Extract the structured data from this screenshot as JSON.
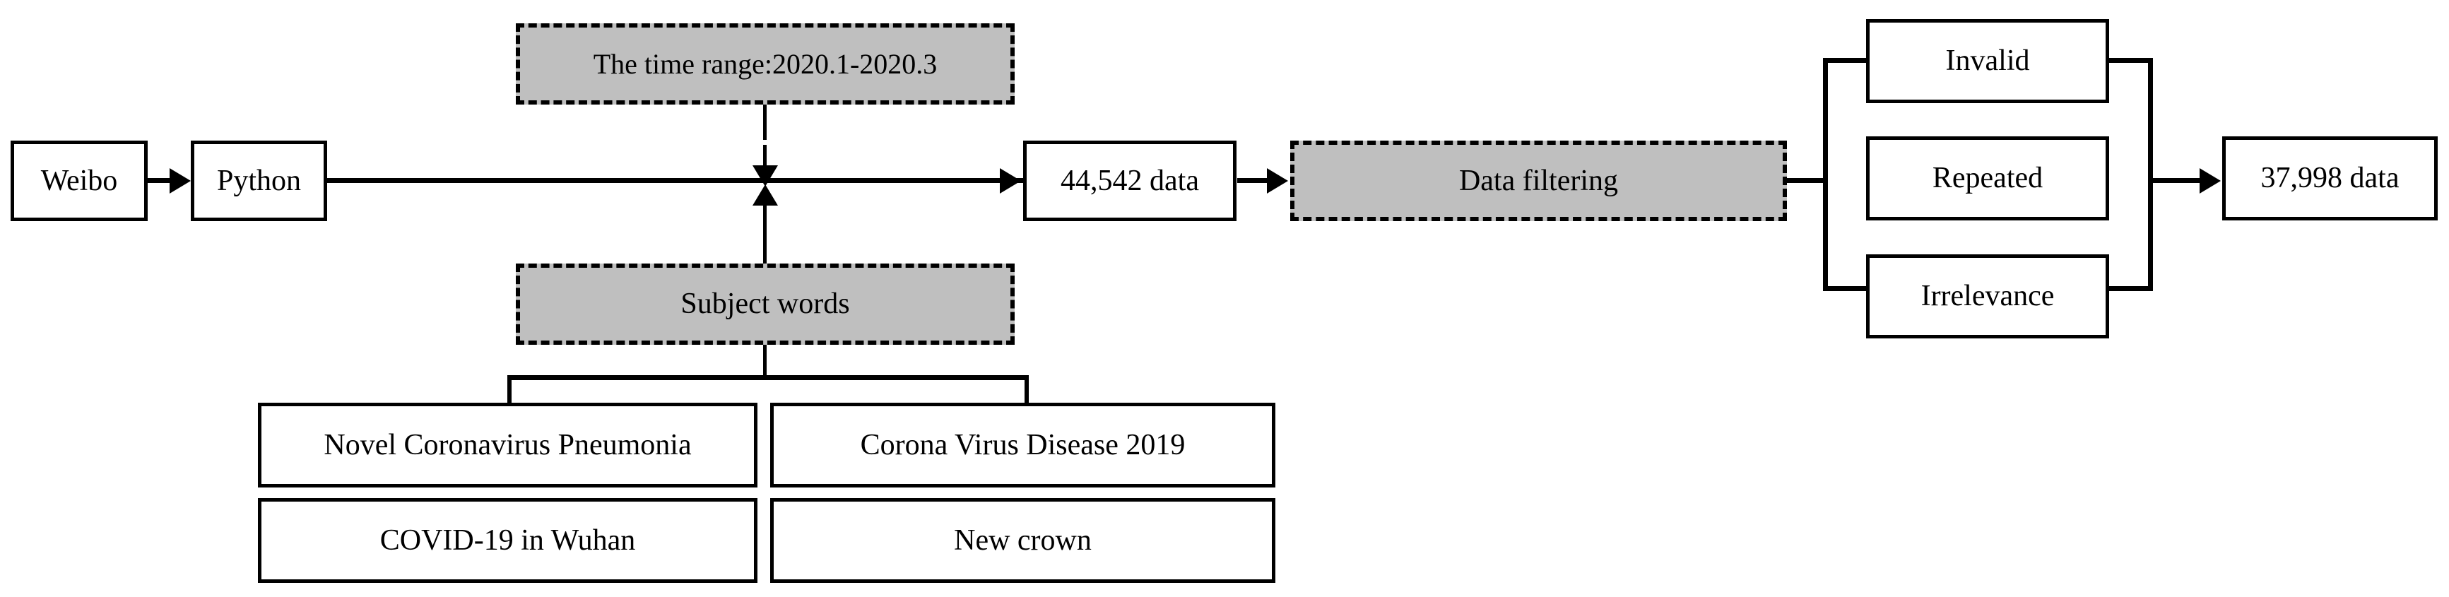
{
  "diagram": {
    "title": "Weibo COVID-19 data collection and filtering flowchart",
    "colors": {
      "shaded_fill": "#bfbfbf",
      "line": "#000000",
      "box_fill": "#ffffff"
    },
    "nodes": {
      "source": {
        "label": "Weibo"
      },
      "tool": {
        "label": "Python"
      },
      "time_range": {
        "label": "The time range:2020.1-2020.3"
      },
      "raw_count": {
        "label": "44,542 data"
      },
      "filtering": {
        "label": "Data filtering"
      },
      "final_count": {
        "label": "37,998 data"
      },
      "subject_words": {
        "label": "Subject words"
      }
    },
    "filter_categories": [
      {
        "label": "Invalid"
      },
      {
        "label": "Repeated"
      },
      {
        "label": "Irrelevance"
      }
    ],
    "subject_word_terms": [
      {
        "label": "Novel Coronavirus Pneumonia"
      },
      {
        "label": "Corona Virus Disease 2019"
      },
      {
        "label": "COVID-19 in Wuhan"
      },
      {
        "label": "New crown"
      }
    ]
  }
}
